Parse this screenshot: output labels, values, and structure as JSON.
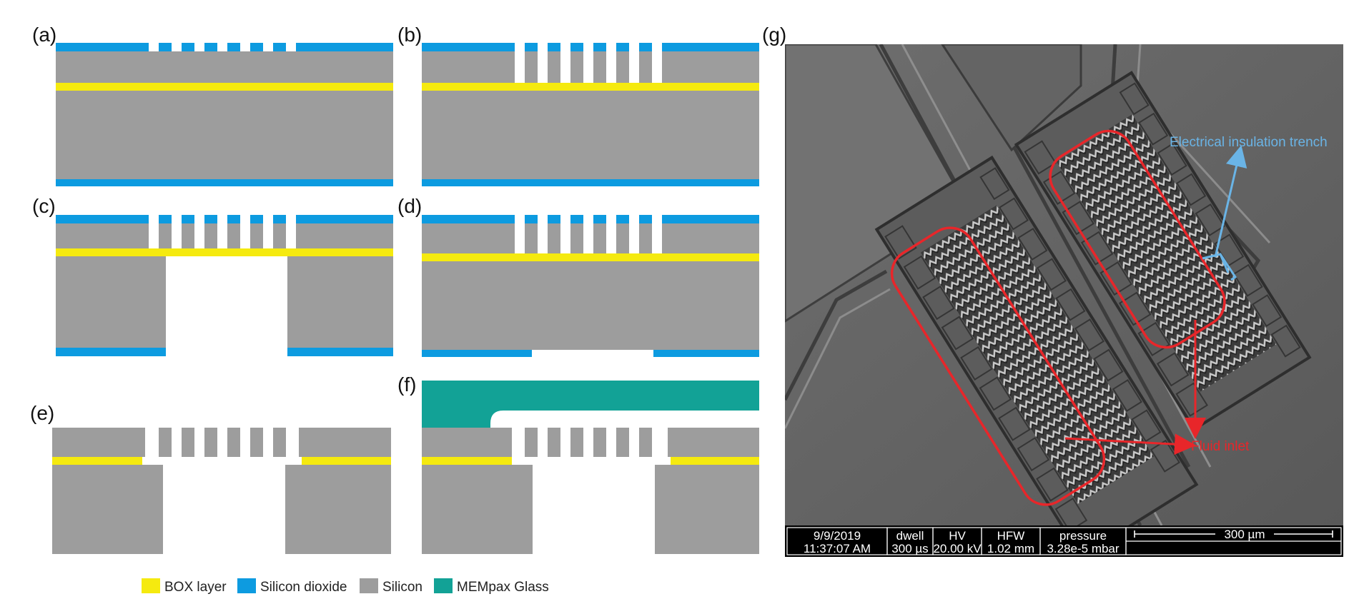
{
  "panels": {
    "a": "(a)",
    "b": "(b)",
    "c": "(c)",
    "d": "(d)",
    "e": "(e)",
    "f": "(f)",
    "g": "(g)"
  },
  "legend": [
    {
      "label": "BOX layer",
      "color": "#f5ea0f"
    },
    {
      "label": "Silicon dioxide",
      "color": "#0d9be0"
    },
    {
      "label": "Silicon",
      "color": "#9d9d9d"
    },
    {
      "label": "MEMpax Glass",
      "color": "#12a296"
    }
  ],
  "sem": {
    "annotations": {
      "trench": {
        "label": "Electrical insulation trench",
        "color": "#6ab4e6"
      },
      "inlet": {
        "label": "Fluid inlet",
        "color": "#e8262a"
      }
    },
    "databar": {
      "date": "9/9/2019",
      "time": "11:37:07 AM",
      "dwell_label": "dwell",
      "dwell_value": "300 µs",
      "hv_label": "HV",
      "hv_value": "20.00 kV",
      "hfw_label": "HFW",
      "hfw_value": "1.02 mm",
      "pressure_label": "pressure",
      "pressure_value": "3.28e-5 mbar",
      "scale_label": "300 µm"
    }
  }
}
